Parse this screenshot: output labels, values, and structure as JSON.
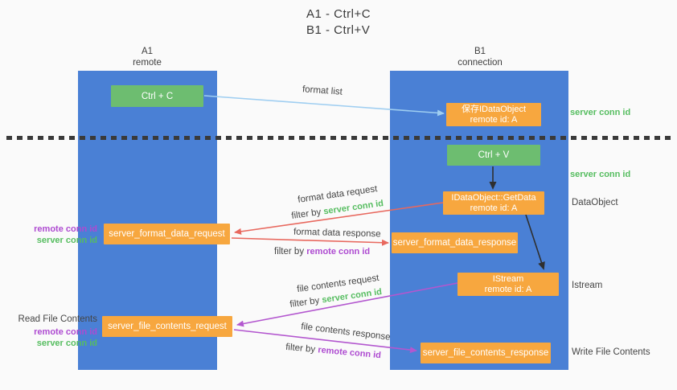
{
  "title": {
    "line1": "A1 - Ctrl+C",
    "line2": "B1 - Ctrl+V"
  },
  "columns": {
    "a1": {
      "id": "A1",
      "name": "remote"
    },
    "b1": {
      "id": "B1",
      "name": "connection"
    }
  },
  "boxes": {
    "ctrl_c": "Ctrl + C",
    "save_idataobject": {
      "line1": "保存IDataObject",
      "line2": "remote id: A"
    },
    "ctrl_v": "Ctrl + V",
    "idataobject_getdata": {
      "line1": "IDataObject::GetData",
      "line2": "remote id: A"
    },
    "server_format_data_request": "server_format_data_request",
    "server_format_data_response": "server_format_data_response",
    "istream": {
      "line1": "IStream",
      "line2": "remote id: A"
    },
    "server_file_contents_request": "server_file_contents_request",
    "server_file_contents_response": "server_file_contents_response"
  },
  "side_labels": {
    "server_conn_id_top": "server conn id",
    "server_conn_id_mid": "server conn id",
    "dataobject": "DataObject",
    "istream": "Istream",
    "write_file_contents": "Write File Contents",
    "read_file_contents": "Read File Contents",
    "remote_conn_id_format": "remote conn id",
    "server_conn_id_format": "server conn id",
    "remote_conn_id_file": "remote conn id",
    "server_conn_id_file": "server conn id"
  },
  "arrow_labels": {
    "format_list": "format list",
    "format_data_request": "format data request",
    "format_data_request_filter_prefix": "filter by ",
    "format_data_request_filter_id": "server conn id",
    "format_data_response": "format data response",
    "format_data_response_filter_prefix": "filter by ",
    "format_data_response_filter_id": "remote conn id",
    "file_contents_request": "file contents request",
    "file_contents_request_filter_prefix": "filter by ",
    "file_contents_request_filter_id": "server conn id",
    "file_contents_response": "file contents response",
    "file_contents_response_filter_prefix": "filter by ",
    "file_contents_response_filter_id": "remote conn id"
  },
  "colors": {
    "column_blue": "#4a80d5",
    "box_green": "#6dbd70",
    "box_orange": "#f7a73f",
    "id_green": "#56bd60",
    "id_purple": "#ae4bd1",
    "arrow_red": "#e8685e",
    "arrow_blue": "#9fcef1",
    "arrow_purple": "#b357cf",
    "arrow_black": "#2f2f2f",
    "text_dark": "#3f3f3f"
  }
}
